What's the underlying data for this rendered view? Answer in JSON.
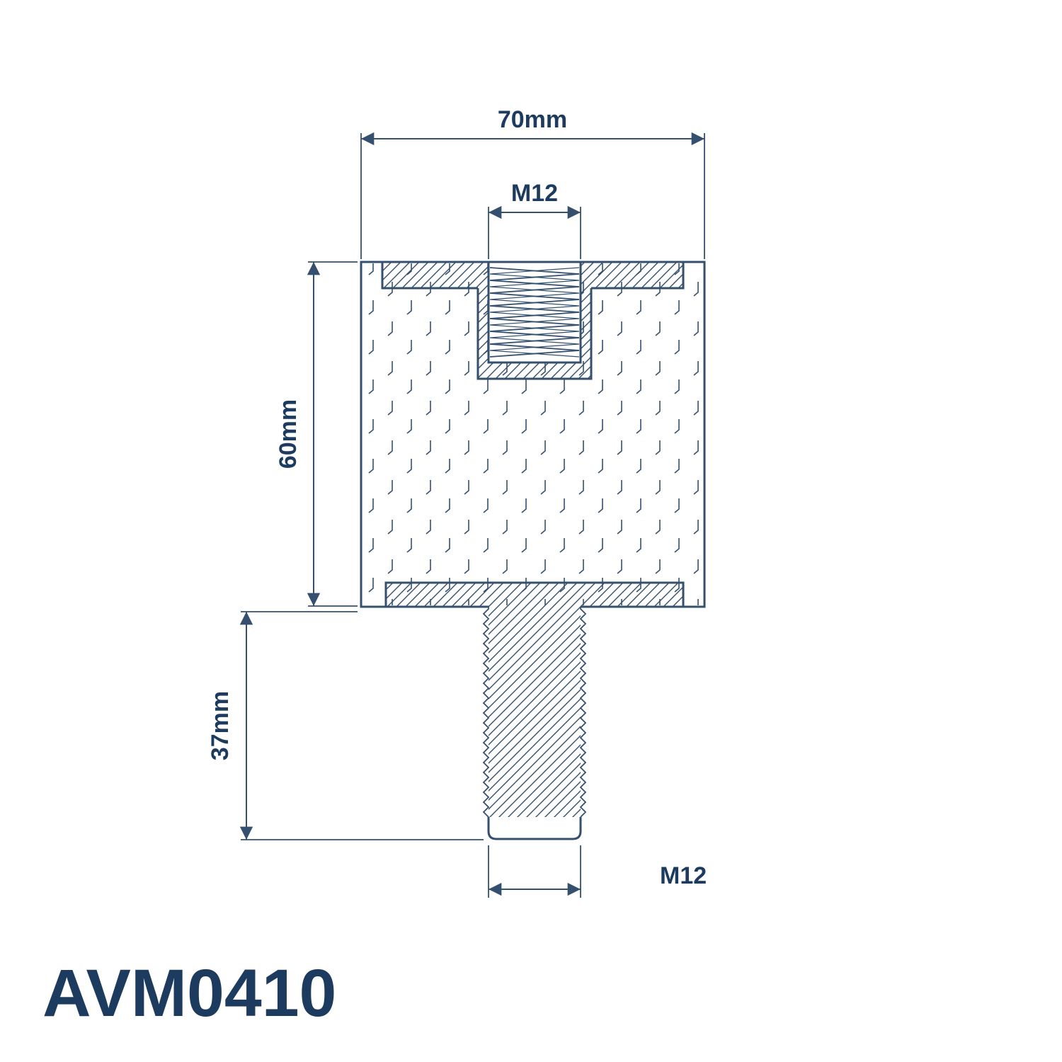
{
  "drawing": {
    "part_number": "AVM0410",
    "dimensions": {
      "overall_width": "70mm",
      "top_thread": "M12",
      "body_height": "60mm",
      "stud_length": "37mm",
      "stud_thread": "M12"
    }
  },
  "colors": {
    "line": "#34506e",
    "text": "#1d3b5f",
    "background": "#ffffff"
  }
}
